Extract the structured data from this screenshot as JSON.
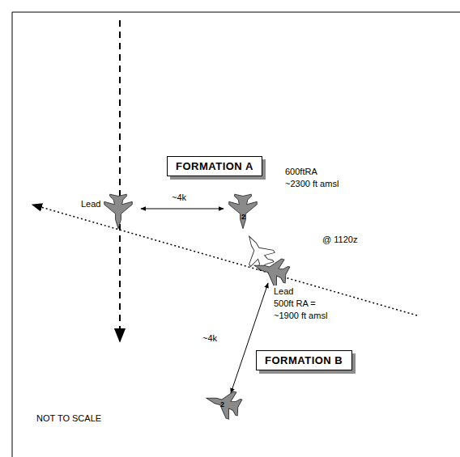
{
  "diagram": {
    "nodes": [
      {
        "text": [
          "FORMATION A"
        ]
      },
      {
        "text": [
          "FORMATION B"
        ]
      }
    ],
    "labels": [
      "Lead",
      "~4k",
      "600ftRA ~2300 ft amsl",
      "2",
      "@ 1120z",
      "Lead",
      "500ft RA = ~1900 ft amsl",
      "~4k",
      "2",
      "NOT TO SCALE"
    ]
  }
}
